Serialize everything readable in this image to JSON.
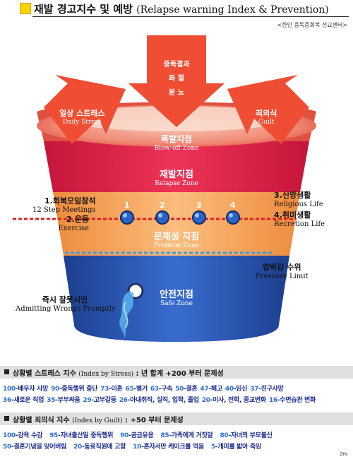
{
  "title": {
    "ko": "재발 경고지수 및 예방",
    "en": "(Relapse warning Index & Prevention)"
  },
  "credit": "<한인 중독증회복 선교센터>",
  "arrows": {
    "top": {
      "lines": [
        "중독결과",
        "좌 절",
        "분 노"
      ]
    },
    "left": {
      "ko": "일상 스트레스",
      "en": "Daily Stress"
    },
    "right": {
      "ko": "죄의식",
      "en": "Guilt"
    }
  },
  "zones": {
    "blowoff": {
      "ko": "폭발지점",
      "en": "Blow-off Zone"
    },
    "relapse": {
      "ko": "재발지점",
      "en": "Relapse Zone"
    },
    "problem": {
      "ko": "문제성 지점",
      "en": "Problom Zone"
    },
    "safe": {
      "ko": "안전지점",
      "en": "Safe Zone"
    }
  },
  "valves": [
    "1",
    "2",
    "3",
    "4"
  ],
  "side_labels": {
    "meetings": {
      "ko": "1.회복모임참석",
      "en": "12 Step Meetings"
    },
    "exercise": {
      "ko": "2.운동",
      "en": "Exercise"
    },
    "religious": {
      "ko": "3.신앙생활",
      "en": "Religious Life"
    },
    "recreation": {
      "ko": "4.취미생활",
      "en": "Recretion Life"
    },
    "pressure": {
      "ko": "압박감 수위",
      "en": "Pressure   Limit"
    },
    "admit": {
      "ko": "즉시 잘못시인",
      "en": "Admitting Wrongs Promptly"
    }
  },
  "stress_section": {
    "head_ko": "상황별 스트레스 지수",
    "head_en": "(Index by Stress)",
    "head_tail": ": 년 합계 +200 부터 문제성",
    "lines": [
      [
        [
          "100",
          "-배우자 사망"
        ],
        [
          "90",
          "-중독행위 중단"
        ],
        [
          "73",
          "-이혼"
        ],
        [
          "65",
          "-별거"
        ],
        [
          "63",
          "-구속"
        ],
        [
          "50",
          "-결혼"
        ],
        [
          "47",
          "-해고"
        ],
        [
          "40",
          "-임신"
        ],
        [
          "37",
          "-친구사망"
        ]
      ],
      [
        [
          "36",
          "-새로운 직업"
        ],
        [
          "35",
          "-부부싸움"
        ],
        [
          "29",
          "-고부갈등"
        ],
        [
          "26",
          "-아내취직, 실직, 입학, 졸업"
        ],
        [
          "20",
          "-이사, 전학, 종교변화"
        ],
        [
          "16",
          "-수면습관 변화"
        ]
      ]
    ]
  },
  "guilt_section": {
    "head_ko": "상황별 죄의식 지수",
    "head_en": "(Index by Guilt)",
    "head_tail": ":  +50 부터 문제성",
    "lines": [
      [
        [
          "100",
          "-강욕 수감"
        ],
        [
          "95",
          "-자녀출산일 중독행위"
        ],
        [
          "90",
          "-공금유용"
        ],
        [
          "85",
          "-가족에게 거짓말"
        ],
        [
          "80",
          "-자녀의 부모불신"
        ]
      ],
      [
        [
          "50",
          "-결혼기념일 잊어버림"
        ],
        [
          "20",
          "-동료직원에 고함"
        ],
        [
          "10",
          "-혼자서만 케이크를 먹음"
        ],
        [
          "5",
          "-개미를 밟아 죽임"
        ]
      ]
    ]
  },
  "footer": "ZIN",
  "colors": {
    "arrow": "#ef4e34",
    "relapse": "#e8244a",
    "problem": "#f7a55a",
    "safe": "#2457b4",
    "dash_red": "#e02020",
    "dash_blue": "#3a9de0",
    "item_text": "#1a2a8c",
    "item_num": "#2b6fd6"
  }
}
